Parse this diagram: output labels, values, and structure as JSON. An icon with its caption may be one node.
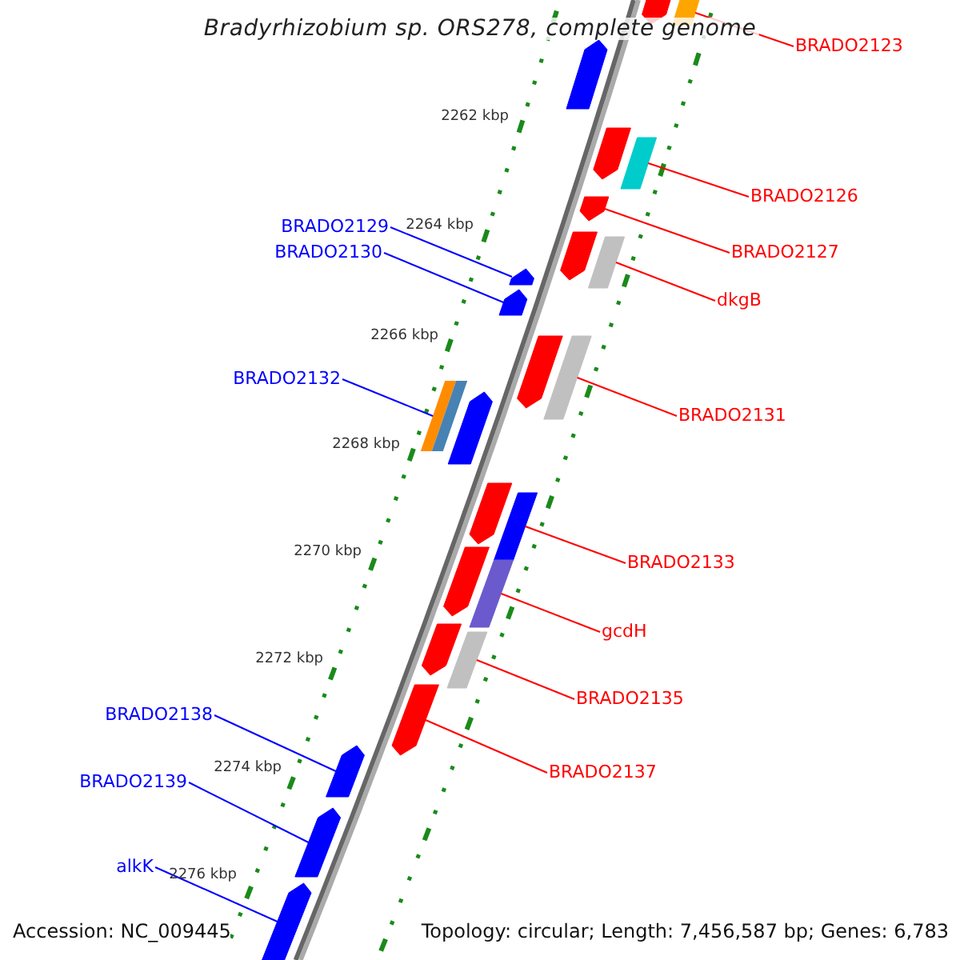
{
  "diagram": {
    "title": "Bradyrhizobium sp. ORS278, complete genome",
    "nodes": [
      {
        "text": [
          "BRADO2123"
        ]
      },
      {
        "text": [
          "BRADO2126"
        ]
      },
      {
        "text": [
          "BRADO2129"
        ]
      },
      {
        "text": [
          "BRADO2130"
        ]
      },
      {
        "text": [
          "BRADO2127"
        ]
      },
      {
        "text": [
          "dkgB"
        ]
      },
      {
        "text": [
          "BRADO2132"
        ]
      },
      {
        "text": [
          "BRADO2131"
        ]
      },
      {
        "text": [
          "BRADO2133"
        ]
      },
      {
        "text": [
          "gcdH"
        ]
      },
      {
        "text": [
          "BRADO2135"
        ]
      },
      {
        "text": [
          "BRADO2138"
        ]
      },
      {
        "text": [
          "BRADO2137"
        ]
      },
      {
        "text": [
          "BRADO2139"
        ]
      },
      {
        "text": [
          "alkK"
        ]
      },
      {
        "text": [],
        "shape": "bar"
      },
      {
        "text": [],
        "shape": "bar"
      },
      {
        "text": [],
        "shape": "bar"
      },
      {
        "text": [],
        "shape": "bar"
      },
      {
        "text": [],
        "shape": "bar"
      },
      {
        "text": [],
        "shape": "bar"
      },
      {
        "text": [],
        "shape": "bar"
      },
      {
        "text": [],
        "shape": "bar"
      },
      {
        "text": [],
        "shape": "bar"
      },
      {
        "text": [],
        "shape": "bar"
      },
      {
        "text": [],
        "shape": "bar"
      },
      {
        "text": [],
        "shape": "bar"
      },
      {
        "text": [],
        "shape": "bar"
      },
      {
        "text": [],
        "shape": "bar"
      },
      {
        "text": [],
        "shape": "bar"
      },
      {
        "text": [],
        "shape": "bar"
      },
      {
        "text": [],
        "shape": "bar"
      },
      {
        "text": [],
        "shape": "bar"
      },
      {
        "text": [],
        "shape": "bar"
      },
      {
        "text": [],
        "shape": "bar"
      },
      {
        "text": [],
        "shape": "bar"
      },
      {
        "text": [],
        "shape": "bar"
      },
      {
        "text": [],
        "shape": "bar"
      },
      {
        "text": [],
        "shape": "bar"
      }
    ],
    "edges": [
      {
        "from": 0,
        "to": 15,
        "arrow": "none"
      },
      {
        "from": 1,
        "to": 19,
        "arrow": "none"
      },
      {
        "from": 2,
        "to": 23,
        "arrow": "none",
        "color": "#0000ff"
      },
      {
        "from": 3,
        "to": 24,
        "arrow": "none",
        "color": "#0000ff"
      },
      {
        "from": 4,
        "to": 20,
        "arrow": "none"
      },
      {
        "from": 5,
        "to": 22,
        "arrow": "none"
      },
      {
        "from": 6,
        "to": 27,
        "arrow": "none",
        "color": "#0000ff"
      },
      {
        "from": 7,
        "to": 26,
        "arrow": "none"
      },
      {
        "from": 8,
        "to": 30,
        "arrow": "none"
      },
      {
        "from": 9,
        "to": 32,
        "arrow": "none"
      },
      {
        "from": 10,
        "to": 34,
        "arrow": "none"
      },
      {
        "from": 11,
        "to": 36,
        "arrow": "none",
        "color": "#0000ff"
      },
      {
        "from": 12,
        "to": 35,
        "arrow": "none"
      },
      {
        "from": 13,
        "to": 37,
        "arrow": "none",
        "color": "#0000ff"
      },
      {
        "from": 14,
        "to": 38,
        "arrow": "none",
        "color": "#0000ff"
      }
    ],
    "labels": [
      "2262 kbp",
      "2264 kbp",
      "2266 kbp",
      "2268 kbp",
      "2270 kbp",
      "2272 kbp",
      "2274 kbp",
      "2276 kbp",
      "Accession: NC_009445",
      "Topology: circular; Length: 7,456,587 bp; Genes: 6,783"
    ]
  }
}
